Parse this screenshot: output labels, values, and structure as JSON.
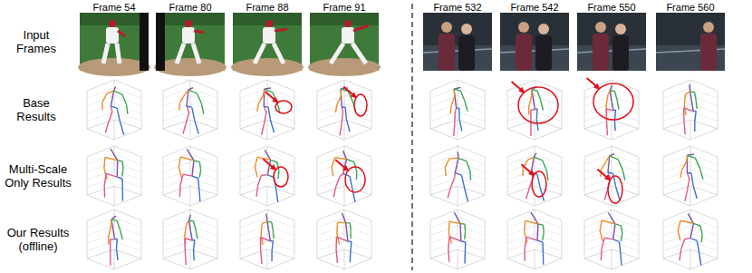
{
  "diagram": {
    "labels": [
      "Frame 54",
      "Frame 80",
      "Frame 88",
      "Frame 91",
      "Frame 532",
      "Frame 542",
      "Frame 550",
      "Frame 560",
      "Input Frames",
      "Base Results",
      "Multi-Scale Only Results",
      "Our Results (offline)"
    ]
  }
}
